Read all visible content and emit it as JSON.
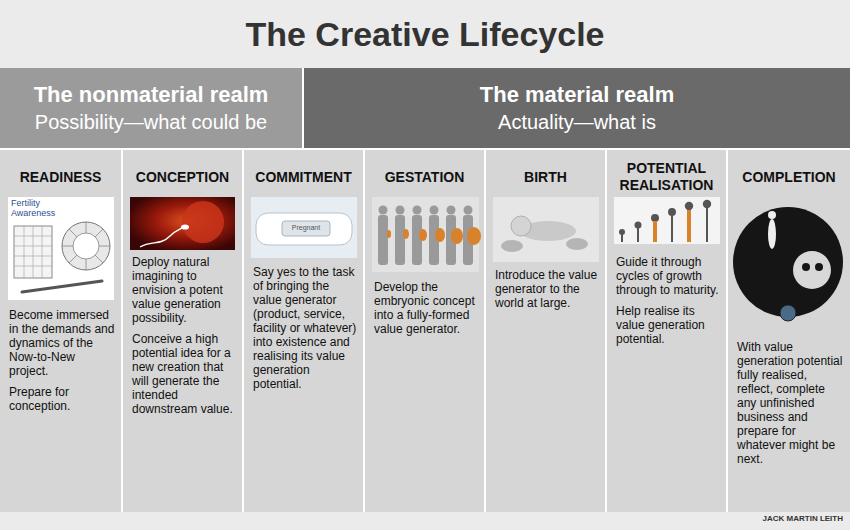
{
  "diagram": {
    "title": "The Creative Lifecycle",
    "nodes": [
      {
        "text": [
          "The nonmaterial realm",
          "Possibility—what could be"
        ]
      },
      {
        "text": [
          "The material realm",
          "Actuality—what is"
        ]
      },
      {
        "text": [
          "READINESS",
          "Become immersed in the demands and dynamics of the Now-to-New project.",
          "Prepare for conception."
        ]
      },
      {
        "text": [
          "CONCEPTION",
          "Deploy natural imagining to envision a potent value generation possibility.",
          "Conceive a high potential idea for a new creation that will generate the intended downstream value."
        ]
      },
      {
        "text": [
          "COMMITMENT",
          "Say yes to the task of bringing the value generator (product, service, facility or whatever) into existence and realising its value generation potential."
        ]
      },
      {
        "text": [
          "GESTATION",
          "Develop the embryonic concept into a fully-formed value generator."
        ]
      },
      {
        "text": [
          "BIRTH",
          "Introduce the value generator to the world at large."
        ]
      },
      {
        "text": [
          "POTENTIAL REALISATION",
          "Guide it through cycles of growth through to maturity.",
          "Help realise its value generation potential."
        ]
      },
      {
        "text": [
          "COMPLETION",
          "With value generation potential fully realised, reflect, complete any unfinished business and prepare for whatever might be next."
        ]
      }
    ],
    "labels": [
      "Fertility Awareness",
      "Pregnant",
      "JACK MARTIN LEITH"
    ]
  }
}
